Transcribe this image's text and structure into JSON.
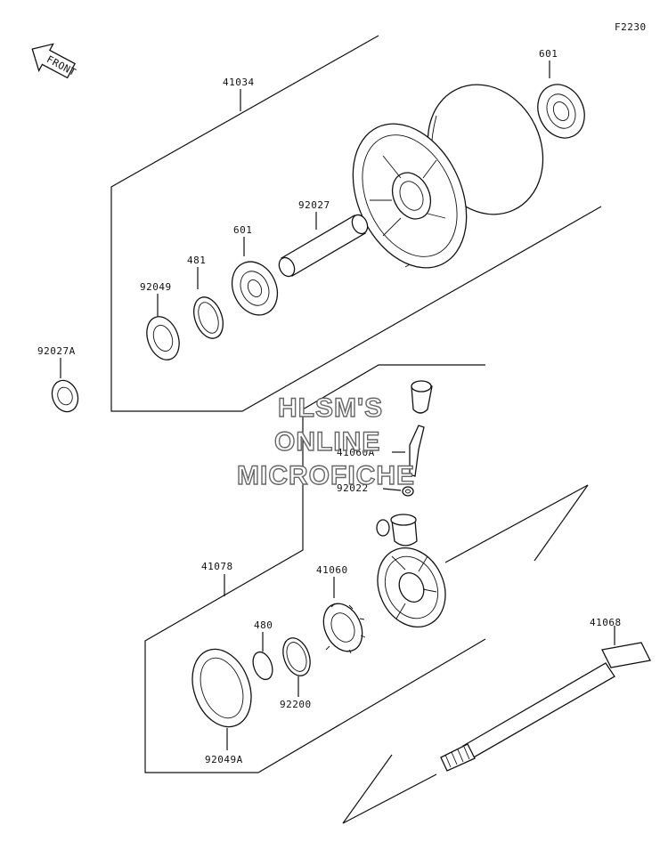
{
  "figure_code": "F2230",
  "front_label": "FRONT",
  "watermark": {
    "line1": "HLSM'S",
    "line2": "ONLINE",
    "line3": "MICROFICHE"
  },
  "parts": {
    "p41034": "41034",
    "p601a": "601",
    "p601b": "601",
    "p92027": "92027",
    "p481": "481",
    "p92049": "92049",
    "p92027A": "92027A",
    "p41060A": "41060A",
    "p92022": "92022",
    "p41078": "41078",
    "p41060": "41060",
    "p480": "480",
    "p92200": "92200",
    "p92049A": "92049A",
    "p41068": "41068"
  }
}
